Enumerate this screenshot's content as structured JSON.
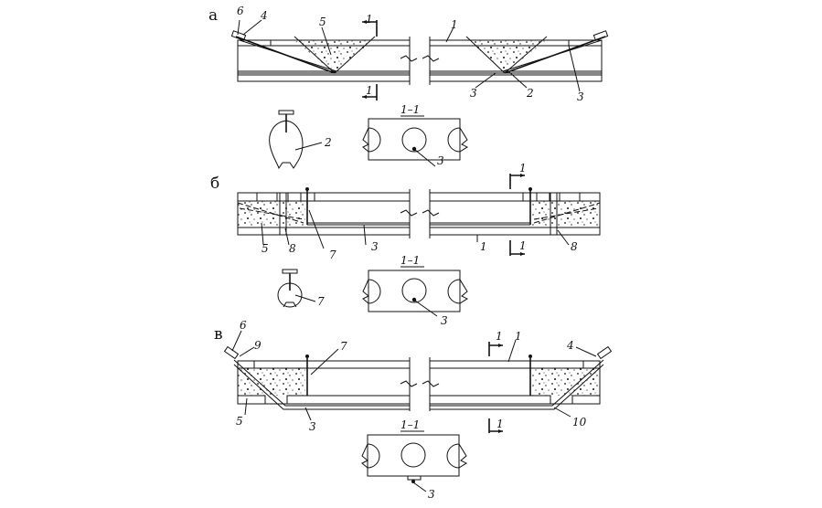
{
  "parts": {
    "a": "а",
    "b": "б",
    "v": "в"
  },
  "section_label": "1–1",
  "labels": {
    "n1": "1",
    "n2": "2",
    "n3": "3",
    "n4": "4",
    "n5": "5",
    "n6": "6",
    "n7": "7",
    "n8": "8",
    "n9": "9",
    "n10": "10"
  }
}
